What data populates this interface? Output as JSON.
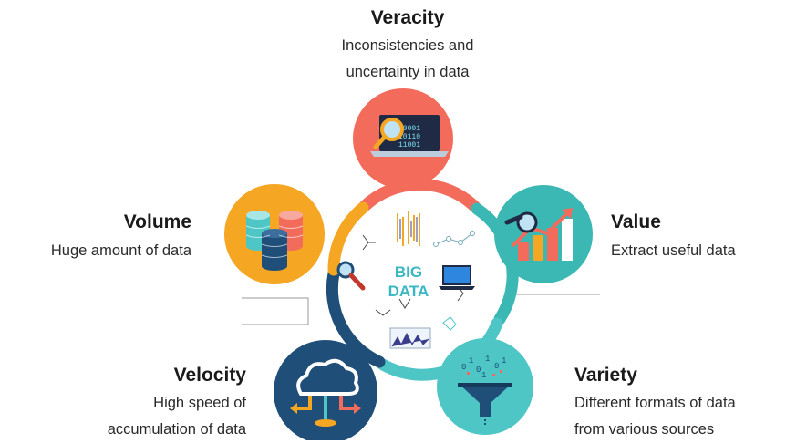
{
  "center": {
    "line1": "BIG",
    "line2": "DATA"
  },
  "nodes": {
    "veracity": {
      "title": "Veracity",
      "lines": [
        "Inconsistencies and",
        "uncertainty in data"
      ],
      "color": "#f26b5b",
      "icon": "laptop-magnifier-icon"
    },
    "value": {
      "title": "Value",
      "lines": [
        "Extract useful data"
      ],
      "color": "#3bb7b4",
      "icon": "growth-chart-icon"
    },
    "variety": {
      "title": "Variety",
      "lines": [
        "Different formats of data",
        "from various sources"
      ],
      "color": "#4ec6c6",
      "icon": "data-funnel-icon"
    },
    "velocity": {
      "title": "Velocity",
      "lines": [
        "High speed of",
        "accumulation of data"
      ],
      "color": "#1f4e79",
      "icon": "cloud-arrows-icon"
    },
    "volume": {
      "title": "Volume",
      "lines": [
        "Huge amount of data"
      ],
      "color": "#f5a623",
      "icon": "database-stack-icon"
    }
  },
  "ring_colors": {
    "top": "#f26b5b",
    "right": "#3bb7b4",
    "bottom": "#4ec6c6",
    "left": "#1f4e79",
    "upper_left": "#f5a623"
  }
}
